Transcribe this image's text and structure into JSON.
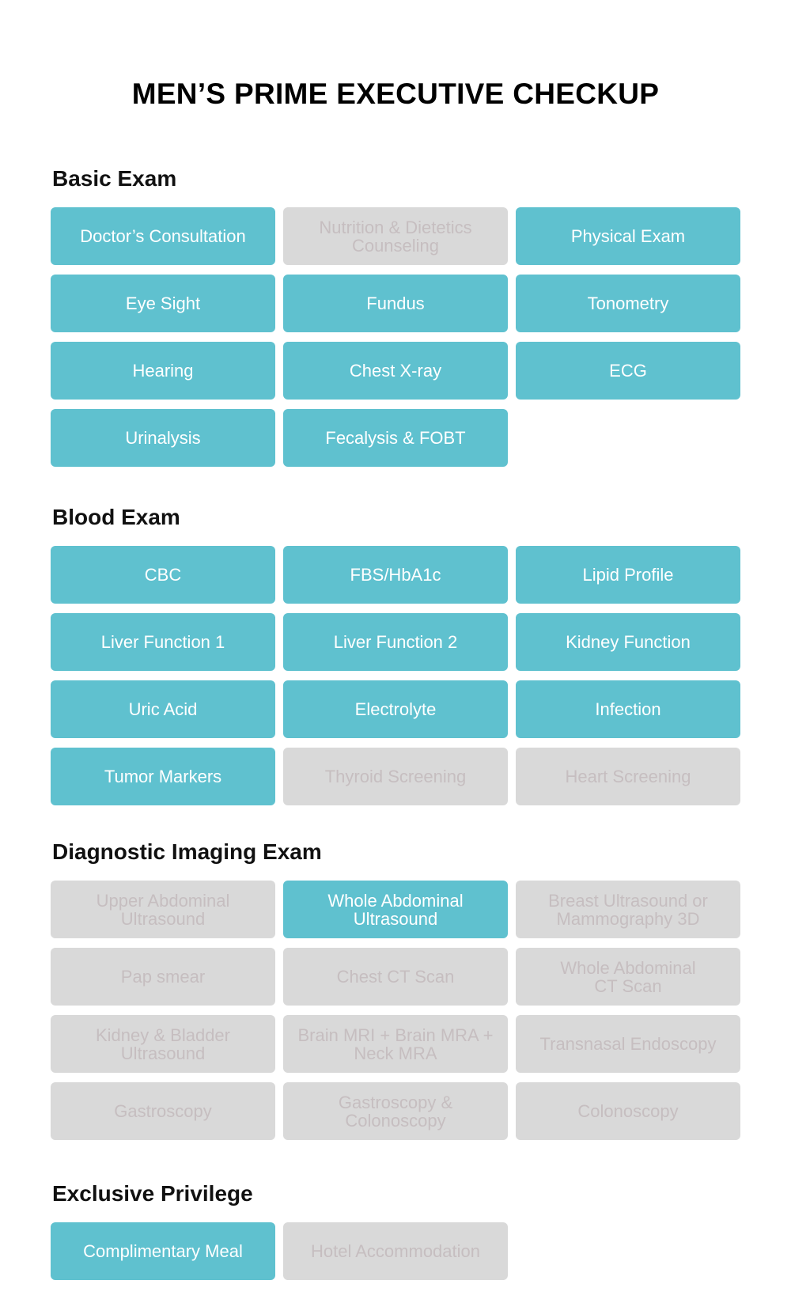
{
  "title": "MEN’S PRIME EXECUTIVE CHECKUP",
  "colors": {
    "included": "#5fc1cf",
    "excluded": "#d9d9d9"
  },
  "sections": [
    {
      "heading": "Basic Exam",
      "items": [
        {
          "label": "Doctor’s Consultation",
          "included": true
        },
        {
          "label": "Nutrition & Dietetics\nCounseling",
          "included": false
        },
        {
          "label": "Physical Exam",
          "included": true
        },
        {
          "label": "Eye Sight",
          "included": true
        },
        {
          "label": "Fundus",
          "included": true
        },
        {
          "label": "Tonometry",
          "included": true
        },
        {
          "label": "Hearing",
          "included": true
        },
        {
          "label": "Chest X-ray",
          "included": true
        },
        {
          "label": "ECG",
          "included": true
        },
        {
          "label": "Urinalysis",
          "included": true
        },
        {
          "label": "Fecalysis & FOBT",
          "included": true
        }
      ]
    },
    {
      "heading": "Blood Exam",
      "items": [
        {
          "label": "CBC",
          "included": true
        },
        {
          "label": "FBS/HbA1c",
          "included": true
        },
        {
          "label": "Lipid Profile",
          "included": true
        },
        {
          "label": "Liver Function 1",
          "included": true
        },
        {
          "label": "Liver Function 2",
          "included": true
        },
        {
          "label": "Kidney Function",
          "included": true
        },
        {
          "label": "Uric Acid",
          "included": true
        },
        {
          "label": "Electrolyte",
          "included": true
        },
        {
          "label": "Infection",
          "included": true
        },
        {
          "label": "Tumor Markers",
          "included": true
        },
        {
          "label": "Thyroid Screening",
          "included": false
        },
        {
          "label": "Heart Screening",
          "included": false
        }
      ]
    },
    {
      "heading": "Diagnostic Imaging Exam",
      "items": [
        {
          "label": "Upper Abdominal\nUltrasound",
          "included": false
        },
        {
          "label": "Whole Abdominal\nUltrasound",
          "included": true
        },
        {
          "label": "Breast Ultrasound or\nMammography 3D",
          "included": false
        },
        {
          "label": "Pap smear",
          "included": false
        },
        {
          "label": "Chest CT Scan",
          "included": false
        },
        {
          "label": "Whole Abdominal\nCT Scan",
          "included": false
        },
        {
          "label": "Kidney & Bladder\nUltrasound",
          "included": false
        },
        {
          "label": "Brain MRI + Brain MRA +\nNeck MRA",
          "included": false
        },
        {
          "label": "Transnasal Endoscopy",
          "included": false
        },
        {
          "label": "Gastroscopy",
          "included": false
        },
        {
          "label": "Gastroscopy &\nColonoscopy",
          "included": false
        },
        {
          "label": "Colonoscopy",
          "included": false
        }
      ]
    },
    {
      "heading": "Exclusive Privilege",
      "items": [
        {
          "label": "Complimentary Meal",
          "included": true
        },
        {
          "label": "Hotel Accommodation",
          "included": false
        }
      ]
    }
  ]
}
